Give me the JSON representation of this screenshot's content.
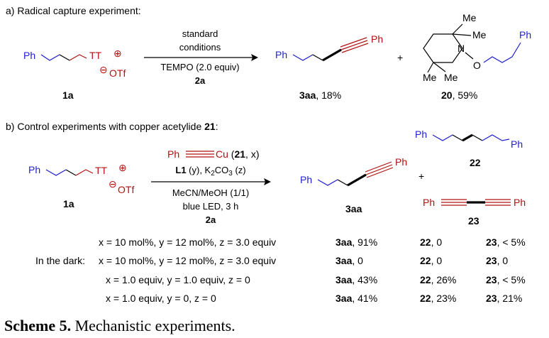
{
  "panel_a": {
    "title": "a) Radical capture experiment:",
    "reactant": {
      "ph": "Ph",
      "tt": "TT",
      "plus": "⊕",
      "minus": "⊖",
      "otf": "OTf",
      "id": "1a"
    },
    "conditions": {
      "line1": "standard",
      "line2": "conditions",
      "line3": "TEMPO (2.0 equiv)",
      "line4": "2a"
    },
    "product1": {
      "ph_left": "Ph",
      "ph_right": "Ph",
      "id": "3aa",
      "yield": ", 18%"
    },
    "plus": "+",
    "product2": {
      "me1": "Me",
      "me2": "Me",
      "me3": "Me",
      "me4": "Me",
      "n": "N",
      "o": "O",
      "ph": "Ph",
      "id": "20",
      "yield": ", 59%"
    }
  },
  "panel_b": {
    "title_prefix": "b) Control experiments with copper acetylide ",
    "title_bold": "21",
    "title_suffix": ":",
    "reactant": {
      "ph": "Ph",
      "tt": "TT",
      "plus": "⊕",
      "minus": "⊖",
      "otf": "OTf",
      "id": "1a"
    },
    "reagent": {
      "ph": "Ph",
      "cu": "Cu",
      "open": " (",
      "id": "21",
      "x": ", x)"
    },
    "conditions": {
      "l1_bold": "L1",
      "l1_rest": " (y), K",
      "sub2": "2",
      "co": "CO",
      "sub3": "3",
      "z": " (z)",
      "line3": "MeCN/MeOH (1/1)",
      "line4": "blue LED, 3 h",
      "line5": "2a"
    },
    "product_main": {
      "ph_left": "Ph",
      "ph_right": "Ph",
      "id": "3aa"
    },
    "plus": "+",
    "product_22": {
      "ph_left": "Ph",
      "ph_right": "Ph",
      "id": "22"
    },
    "product_23": {
      "ph_left": "Ph",
      "ph_right": "Ph",
      "id": "23"
    }
  },
  "table": {
    "rows": [
      {
        "prefix": "",
        "cond": "x = 10 mol%, y = 12 mol%, z = 3.0 equiv",
        "p1": "3aa",
        "v1": ", 91%",
        "p2": "22",
        "v2": ", 0",
        "p3": "23",
        "v3": ", < 5%"
      },
      {
        "prefix": "In the dark:",
        "cond": "x = 10 mol%, y = 12 mol%, z = 3.0 equiv",
        "p1": "3aa",
        "v1": ", 0",
        "p2": "22",
        "v2": ", 0",
        "p3": "23",
        "v3": ", 0"
      },
      {
        "prefix": "",
        "cond": "x = 1.0 equiv, y = 1.0 equiv, z = 0",
        "p1": "3aa",
        "v1": ", 43%",
        "p2": "22",
        "v2": ", 26%",
        "p3": "23",
        "v3": ", < 5%"
      },
      {
        "prefix": "",
        "cond": "x = 1.0 equiv, y = 0, z = 0",
        "p1": "3aa",
        "v1": ", 41%",
        "p2": "22",
        "v2": ", 23%",
        "p3": "23",
        "v3": ", 21%"
      }
    ]
  },
  "caption": {
    "label": "Scheme 5.",
    "text": " Mechanistic experiments."
  },
  "colors": {
    "blue": "#1f1fd0",
    "red": "#b01010",
    "black": "#000000"
  }
}
